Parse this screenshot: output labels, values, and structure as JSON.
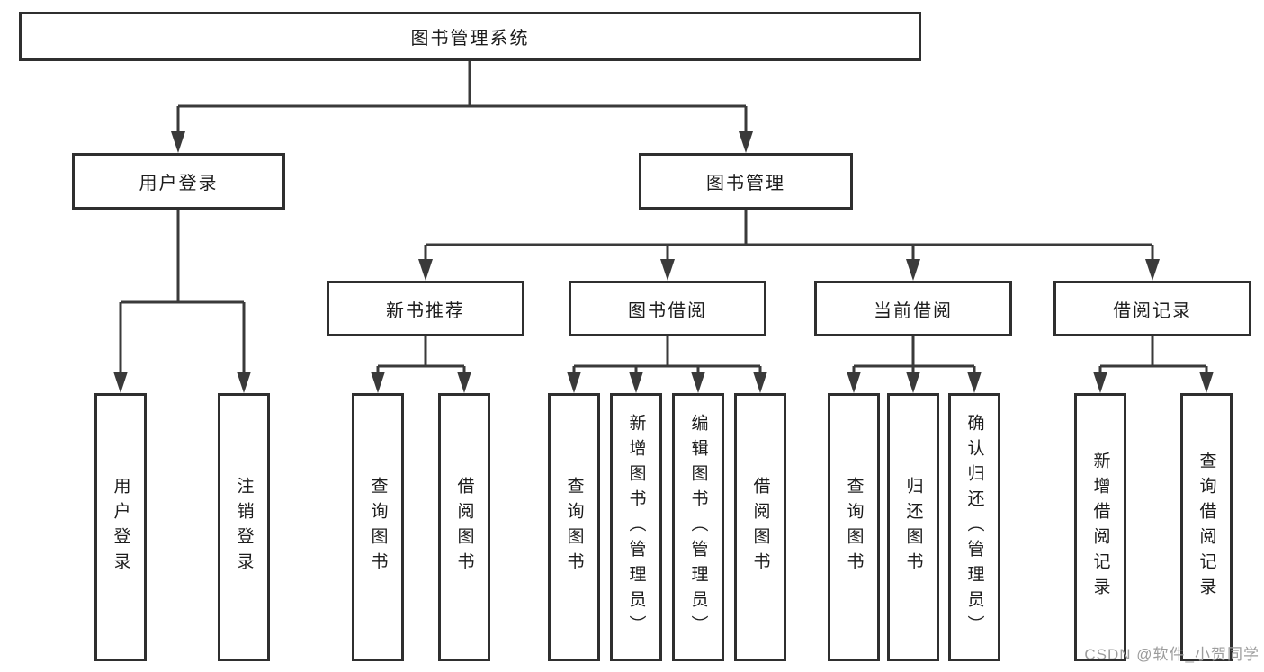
{
  "tree": {
    "label": "图书管理系统",
    "children": [
      {
        "label": "用户登录",
        "children": [
          {
            "label": "用户登录"
          },
          {
            "label": "注销登录"
          }
        ]
      },
      {
        "label": "图书管理",
        "children": [
          {
            "label": "新书推荐",
            "children": [
              {
                "label": "查询图书"
              },
              {
                "label": "借阅图书"
              }
            ]
          },
          {
            "label": "图书借阅",
            "children": [
              {
                "label": "查询图书"
              },
              {
                "label": "新增图书（管理员）"
              },
              {
                "label": "编辑图书（管理员）"
              },
              {
                "label": "借阅图书"
              }
            ]
          },
          {
            "label": "当前借阅",
            "children": [
              {
                "label": "查询图书"
              },
              {
                "label": "归还图书"
              },
              {
                "label": "确认归还（管理员）"
              }
            ]
          },
          {
            "label": "借阅记录",
            "children": [
              {
                "label": "新增借阅记录"
              },
              {
                "label": "查询借阅记录"
              }
            ]
          }
        ]
      }
    ]
  },
  "watermark": {
    "text": "CSDN @软件_小贺同学"
  },
  "colors": {
    "line": "#3a3a3a",
    "border": "#2f2f2f",
    "fill": "#ffffff",
    "text": "#1c1c1c",
    "watermark": "#9c9c9c",
    "bg": "#ffffff"
  }
}
